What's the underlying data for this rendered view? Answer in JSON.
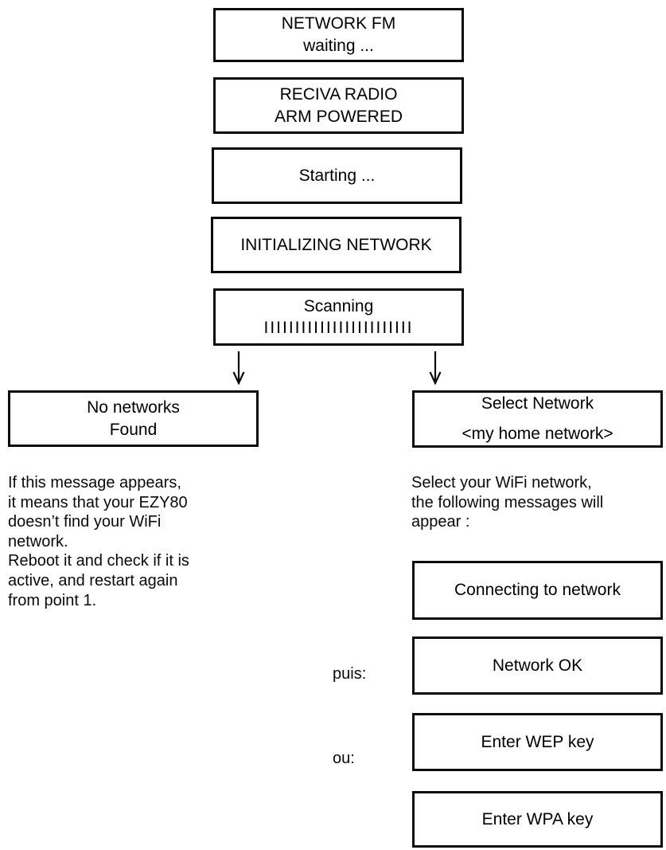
{
  "colors": {
    "ink": "#000000",
    "background": "#ffffff"
  },
  "startup_sequence": [
    {
      "lines": [
        "NETWORK FM",
        "waiting ..."
      ]
    },
    {
      "lines": [
        "RECIVA RADIO",
        "ARM POWERED"
      ]
    },
    {
      "lines": [
        "Starting ..."
      ]
    },
    {
      "lines": [
        "INITIALIZING NETWORK"
      ]
    },
    {
      "lines": [
        "Scanning",
        "IIIIIIIIIIIIIIIIIIIIIIII"
      ]
    }
  ],
  "left_branch": {
    "display": {
      "lines": [
        "No networks",
        "Found"
      ]
    },
    "note": "If this message appears,\nit means that your EZY80\ndoesn’t find your WiFi\nnetwork.\nReboot it and check if it is\nactive, and restart again\nfrom point 1."
  },
  "right_branch": {
    "display": {
      "lines": [
        "Select Network",
        "<my home network>"
      ]
    },
    "note": "Select your WiFi network,\nthe following messages will\nappear :",
    "steps": [
      {
        "prefix": "",
        "label": "Connecting to network"
      },
      {
        "prefix": "puis:",
        "label": "Network OK"
      },
      {
        "prefix": "ou:",
        "label": "Enter WEP key"
      },
      {
        "prefix": "",
        "label": "Enter WPA key"
      }
    ]
  }
}
